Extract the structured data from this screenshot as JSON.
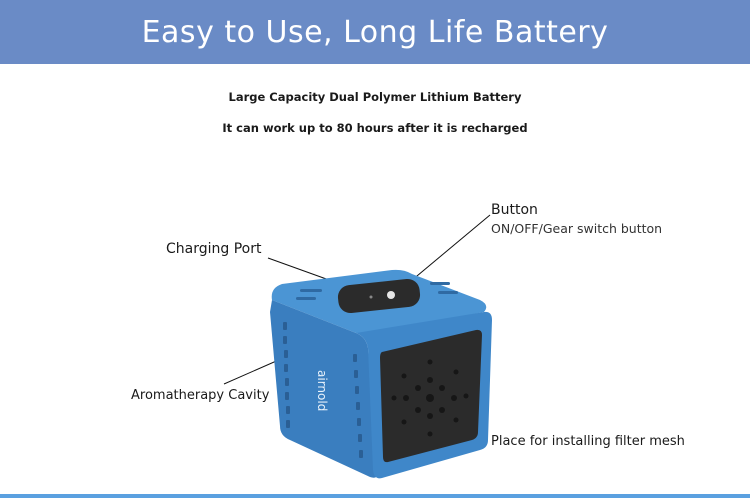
{
  "banner": {
    "title": "Easy to Use, Long Life Battery",
    "background_color": "#6a8bc6"
  },
  "intro": {
    "line1": "Large Capacity Dual Polymer Lithium Battery",
    "line2": "It can work up to 80 hours after it is recharged"
  },
  "callouts": {
    "button_title": "Button",
    "button_desc": "ON/OFF/Gear switch button",
    "charging_port": "Charging Port",
    "aromatherapy": "Aromatherapy Cavity",
    "filter": "Place  for installing filter  mesh"
  },
  "device": {
    "brand": "airnold",
    "body_color": "#3f87c9",
    "body_dark_color": "#2d6aa5",
    "panel_color": "#2b2b2b"
  }
}
